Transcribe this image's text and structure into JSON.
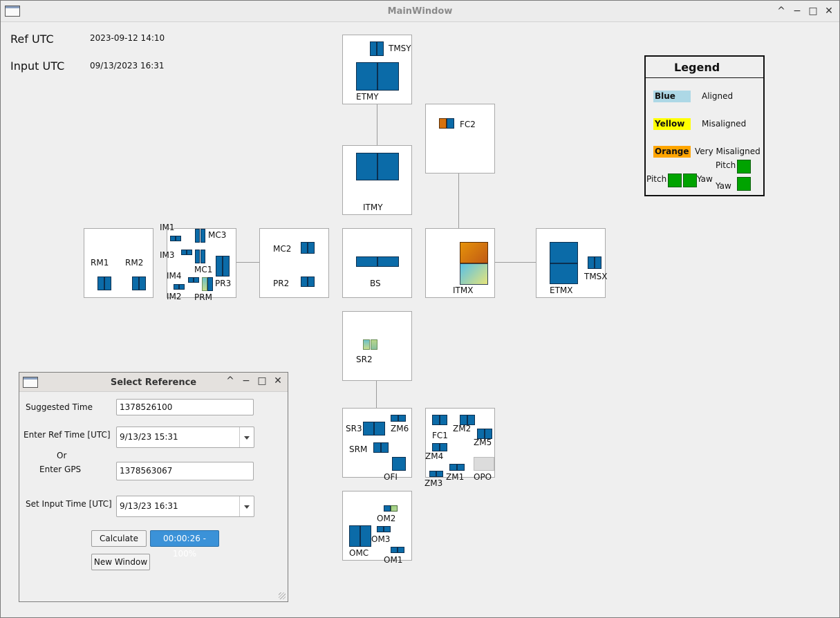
{
  "window": {
    "title": "MainWindow",
    "buttons": [
      "^",
      "−",
      "□",
      "✕"
    ]
  },
  "header": {
    "ref_utc_label": "Ref UTC",
    "ref_utc_value": "2023-09-12 14:10",
    "input_utc_label": "Input UTC",
    "input_utc_value": "09/13/2023 16:31"
  },
  "optics": {
    "tmsy": "TMSY",
    "etmy": "ETMY",
    "itmy": "ITMY",
    "fc2": "FC2",
    "rm1": "RM1",
    "rm2": "RM2",
    "im1": "IM1",
    "mc3": "MC3",
    "im3": "IM3",
    "mc1": "MC1",
    "im4": "IM4",
    "pr3": "PR3",
    "im2": "IM2",
    "prm": "PRM",
    "mc2": "MC2",
    "pr2": "PR2",
    "bs": "BS",
    "itmx": "ITMX",
    "etmx": "ETMX",
    "tmsx": "TMSX",
    "sr2": "SR2",
    "sr3": "SR3",
    "zm6": "ZM6",
    "srm": "SRM",
    "ofi": "OFI",
    "fc1": "FC1",
    "zm2": "ZM2",
    "zm5": "ZM5",
    "zm4": "ZM4",
    "zm1": "ZM1",
    "opo": "OPO",
    "zm3": "ZM3",
    "om2": "OM2",
    "om3": "OM3",
    "omc": "OMC",
    "om1": "OM1"
  },
  "legend": {
    "title": "Legend",
    "blue": "Blue",
    "blue_desc": "Aligned",
    "yellow": "Yellow",
    "yellow_desc": "Misaligned",
    "orange": "Orange",
    "orange_desc": "Very Misaligned",
    "pitch_top": "Pitch",
    "pitch_left": "Pitch",
    "yaw_right": "Yaw",
    "yaw_bottom": "Yaw",
    "colors": {
      "blue": "#add8e6",
      "yellow": "#ffff00",
      "orange": "#ffa500",
      "green": "#00a300"
    }
  },
  "dialog": {
    "title": "Select Reference",
    "suggested_time_label": "Suggested Time",
    "suggested_time_value": "1378526100",
    "ref_time_label": "Enter Ref Time [UTC]",
    "ref_time_value": "9/13/23 15:31",
    "or_label": "Or",
    "gps_label": "Enter GPS",
    "gps_value": "1378563067",
    "input_time_label": "Set Input Time [UTC]",
    "input_time_value": "9/13/23 16:31",
    "calculate_label": "Calculate",
    "progress_label": "00:00:26 - 100%",
    "new_window_label": "New Window"
  }
}
